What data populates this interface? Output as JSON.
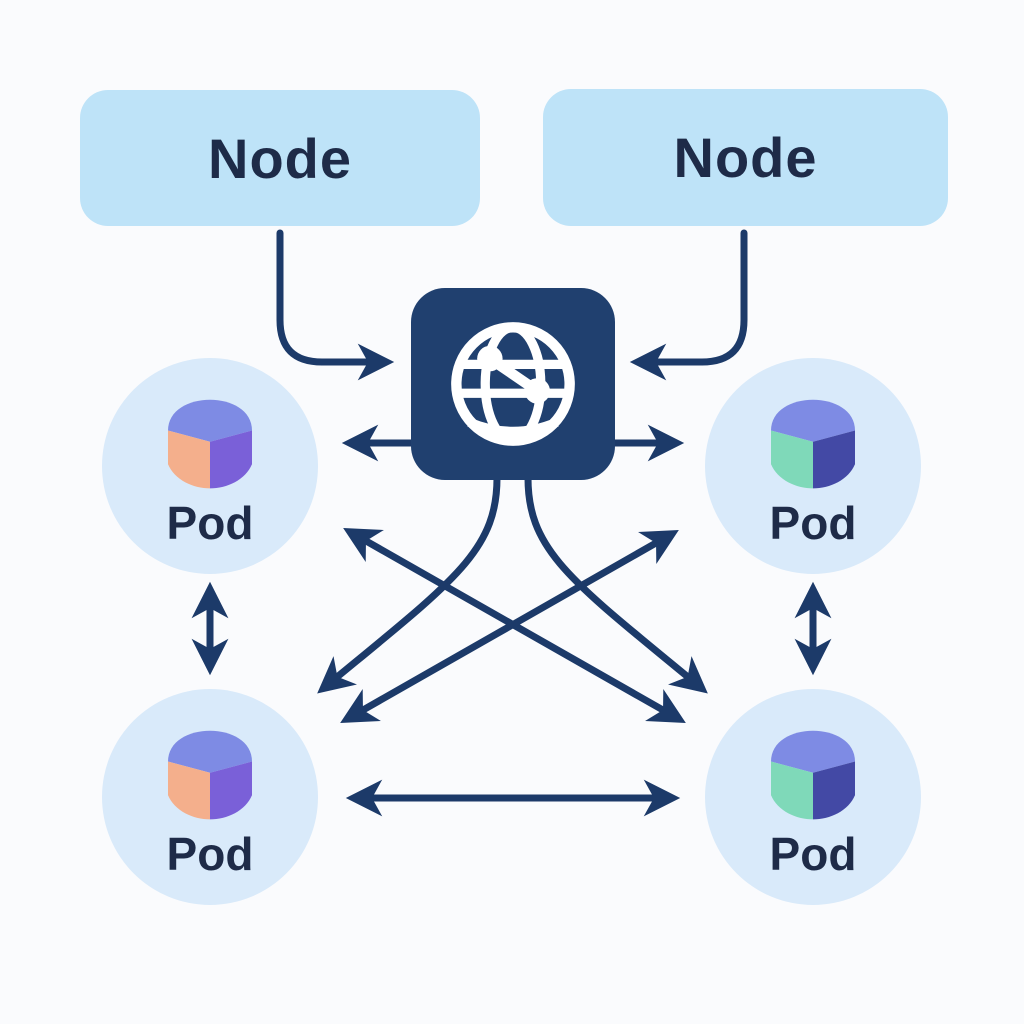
{
  "diagram": {
    "kind": "kubernetes-networking-diagram",
    "nodes": {
      "left": {
        "label": "Node"
      },
      "right": {
        "label": "Node"
      }
    },
    "hub": {
      "icon": "globe-network-icon"
    },
    "pods": {
      "top_left": {
        "label": "Pod",
        "icon": "pod-cylinder-icon",
        "face_left_color": "#f4af8c",
        "face_right_color": "#7a60d8",
        "dome_color": "#7e8be4"
      },
      "top_right": {
        "label": "Pod",
        "icon": "pod-cylinder-icon",
        "face_left_color": "#7fd9b9",
        "face_right_color": "#4349a5",
        "dome_color": "#7e8be4"
      },
      "bottom_left": {
        "label": "Pod",
        "icon": "pod-cylinder-icon",
        "face_left_color": "#f4af8c",
        "face_right_color": "#7a60d8",
        "dome_color": "#7e8be4"
      },
      "bottom_right": {
        "label": "Pod",
        "icon": "pod-cylinder-icon",
        "face_left_color": "#7fd9b9",
        "face_right_color": "#4349a5",
        "dome_color": "#7e8be4"
      }
    },
    "connections": [
      {
        "from": "node-left",
        "to": "hub",
        "style": "elbow",
        "heads": "single"
      },
      {
        "from": "node-right",
        "to": "hub",
        "style": "elbow",
        "heads": "single"
      },
      {
        "from": "hub",
        "to": "pod-top-left",
        "style": "straight",
        "heads": "single"
      },
      {
        "from": "hub",
        "to": "pod-top-right",
        "style": "straight",
        "heads": "single"
      },
      {
        "from": "hub",
        "to": "pod-bottom-left",
        "style": "curve",
        "heads": "single"
      },
      {
        "from": "hub",
        "to": "pod-bottom-right",
        "style": "curve",
        "heads": "single"
      },
      {
        "from": "pod-top-left",
        "to": "pod-bottom-right",
        "style": "diagonal",
        "heads": "double"
      },
      {
        "from": "pod-top-right",
        "to": "pod-bottom-left",
        "style": "diagonal",
        "heads": "double"
      },
      {
        "from": "pod-top-left",
        "to": "pod-bottom-left",
        "style": "vertical",
        "heads": "double"
      },
      {
        "from": "pod-top-right",
        "to": "pod-bottom-right",
        "style": "vertical",
        "heads": "double"
      },
      {
        "from": "pod-bottom-left",
        "to": "pod-bottom-right",
        "style": "horizontal",
        "heads": "double"
      }
    ],
    "colors": {
      "background": "#fafbfd",
      "node_box_fill": "#bee3f8",
      "pod_circle_fill": "#d9eafa",
      "arrow_navy": "#1c3a69",
      "hub_fill": "#20406f",
      "label_text": "#1e2b48"
    }
  }
}
